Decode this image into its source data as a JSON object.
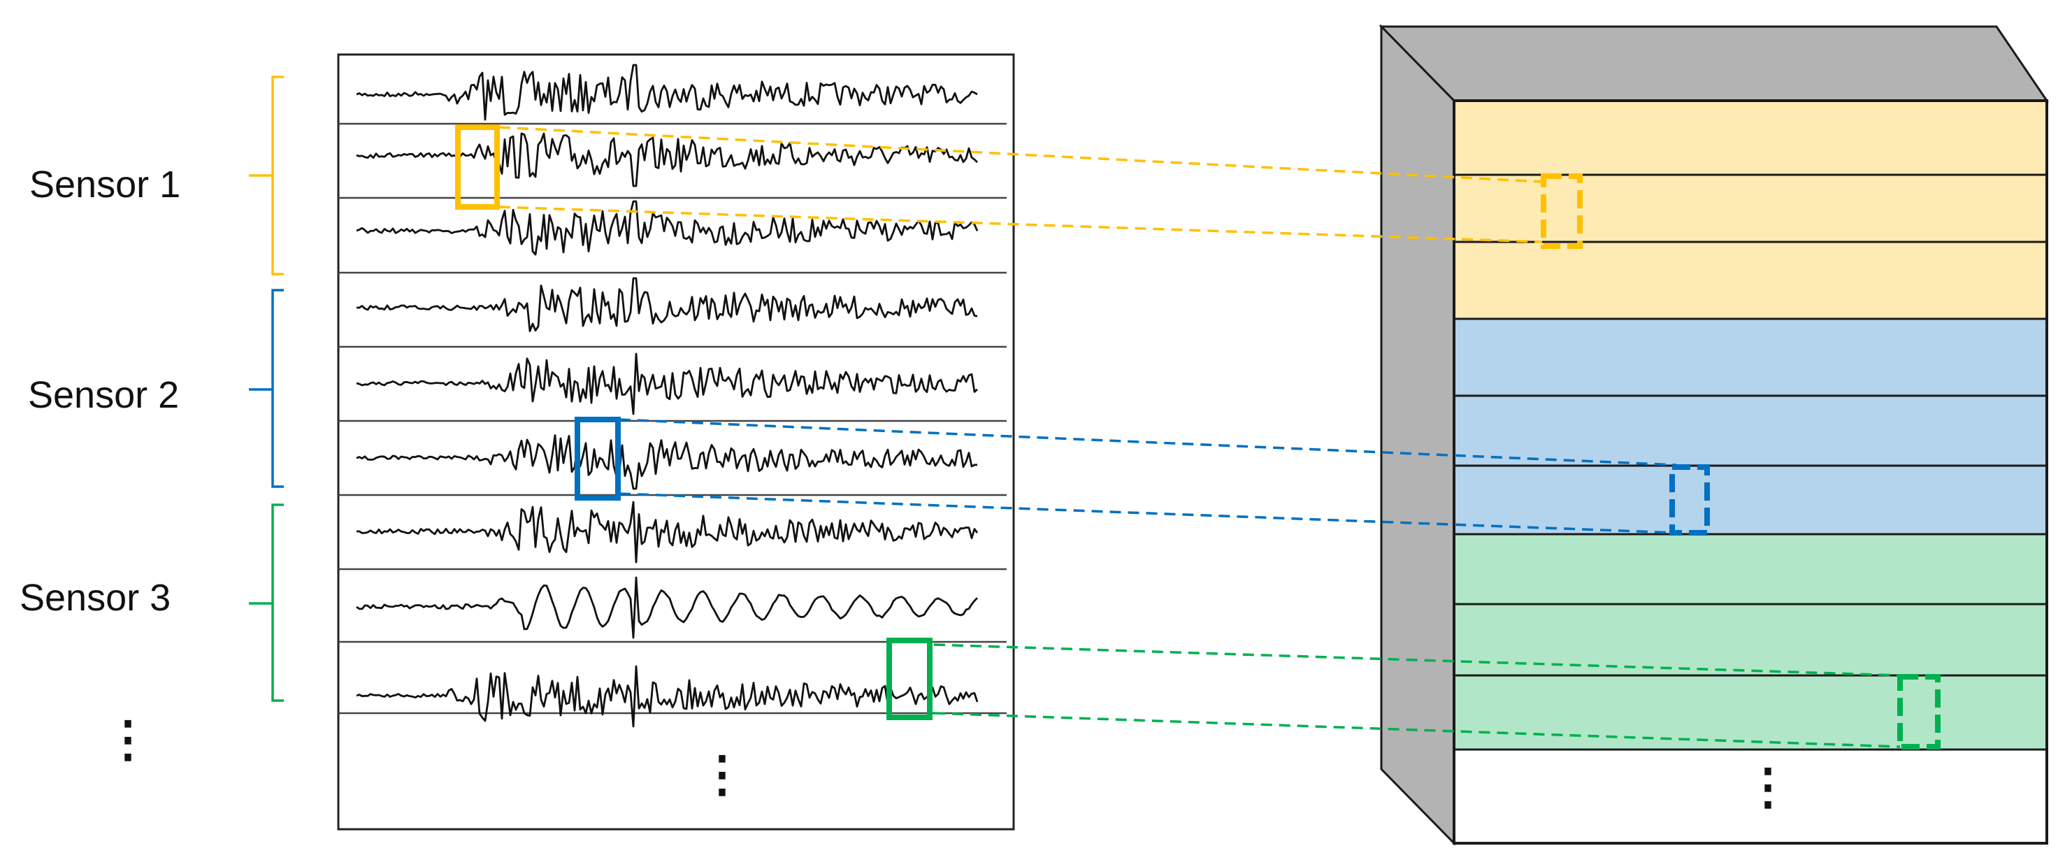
{
  "sensors": [
    {
      "label": "Sensor 1",
      "color": "#FFC000",
      "fill": "#FDEBB3"
    },
    {
      "label": "Sensor 2",
      "color": "#0070C0",
      "fill": "#B4D3EC"
    },
    {
      "label": "Sensor 3",
      "color": "#00B050",
      "fill": "#B2E6C8"
    }
  ],
  "more_indicator": "⋮",
  "waveform_color": "#111111",
  "block_side_color": "#B3B3B3"
}
